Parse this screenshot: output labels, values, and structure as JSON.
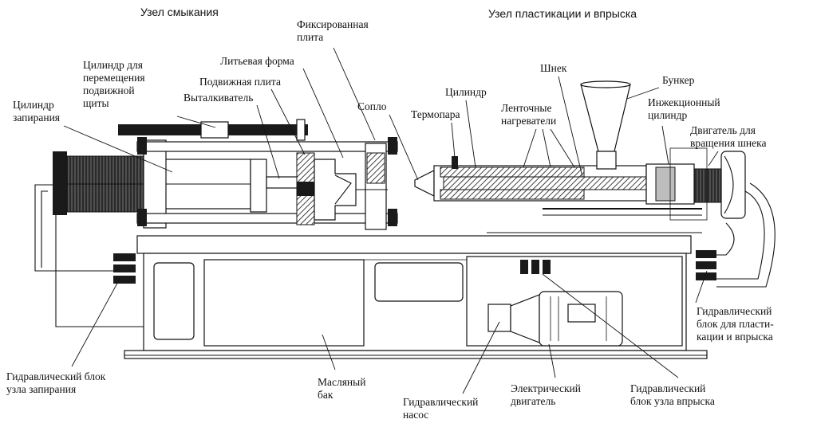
{
  "headers": {
    "clamp_unit": "Узел смыкания",
    "injection_unit": "Узел пластикации и впрыска"
  },
  "labels": {
    "fixed_plate": [
      "Фиксированная",
      "плита"
    ],
    "mold": [
      "Литьевая форма"
    ],
    "move_cylinder": [
      "Цилиндр для",
      "перемещения",
      "подвижной",
      "щиты"
    ],
    "moving_plate": [
      "Подвижная плита"
    ],
    "ejector": [
      "Выталкиватель"
    ],
    "lock_cylinder": [
      "Цилиндр",
      "запирания"
    ],
    "nozzle": [
      "Сопло"
    ],
    "thermocouple": [
      "Термопара"
    ],
    "cylinder": [
      "Цилиндр"
    ],
    "band_heaters": [
      "Ленточные",
      "нагреватели"
    ],
    "screw": [
      "Шнек"
    ],
    "hopper": [
      "Бункер"
    ],
    "injection_cylinder": [
      "Инжекционный",
      "цилиндр"
    ],
    "screw_motor": [
      "Двигатель для",
      "вращения шнека"
    ],
    "hyd_block_inject": [
      "Гидравлический",
      "блок для пласти-",
      "кации и впрыска"
    ],
    "hyd_block_lock": [
      "Гидравлический блок",
      "узла запирания"
    ],
    "oil_tank": [
      "Масляный",
      "бак"
    ],
    "hyd_pump": [
      "Гидравлический",
      "насос"
    ],
    "electric_motor": [
      "Электрический",
      "двигатель"
    ],
    "hyd_block_injection": [
      "Гидравлический",
      "блок узла впрыска"
    ]
  }
}
